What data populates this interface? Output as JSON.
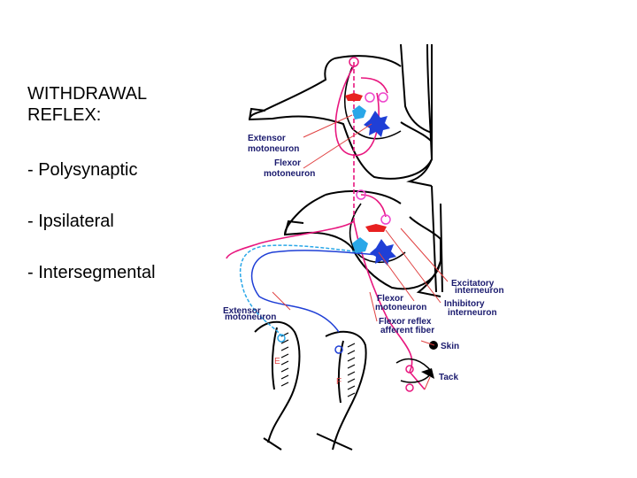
{
  "slide": {
    "title_line1": "WITHDRAWAL",
    "title_line2": "REFLEX:",
    "bullets": [
      "- Polysynaptic",
      "- Ipsilateral",
      "- Intersegmental"
    ]
  },
  "diagram": {
    "labels": {
      "extensor_motoneuron_top_1": "Extensor",
      "extensor_motoneuron_top_2": "motoneuron",
      "flexor_motoneuron_top_1": "Flexor",
      "flexor_motoneuron_top_2": "motoneuron",
      "excitatory_interneuron_1": "Excitatory",
      "excitatory_interneuron_2": "interneuron",
      "flexor_motoneuron_bottom_1": "Flexor",
      "flexor_motoneuron_bottom_2": "motoneuron",
      "inhibitory_interneuron_1": "Inhibitory",
      "inhibitory_interneuron_2": "interneuron",
      "extensor_motoneuron_bottom_1": "Extensor",
      "extensor_motoneuron_bottom_2": "motoneuron",
      "flexor_reflex_afferent_1": "Flexor reflex",
      "flexor_reflex_afferent_2": "afferent fiber",
      "skin": "Skin",
      "tack": "Tack",
      "muscle_e": "E",
      "muscle_f": "F"
    },
    "colors": {
      "ink": "#000000",
      "label": "#1a1a6e",
      "afferent": "#e8177f",
      "excitatory_pink": "#ee44cc",
      "extensor_cyan": "#2aa7e8",
      "flexor_blue": "#1f3fd6",
      "inhibitory_red": "#e82020",
      "pointer": "#e04040"
    }
  }
}
